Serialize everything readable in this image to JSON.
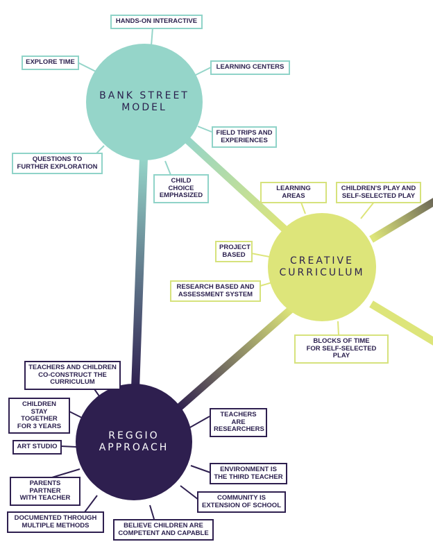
{
  "colors": {
    "bank_street": "#95d5c9",
    "creative": "#dde57a",
    "reggio": "#2e1f4f",
    "text_dark": "#2a1f4d",
    "text_light": "#ffffff"
  },
  "hubs": {
    "bank_street": {
      "label": "BANK STREET\nMODEL"
    },
    "creative": {
      "label": "CREATIVE\nCURRICULUM"
    },
    "reggio": {
      "label": "REGGIO\nAPPROACH"
    }
  },
  "bank_street_items": [
    "HANDS-ON INTERACTIVE",
    "EXPLORE TIME",
    "LEARNING CENTERS",
    "FIELD TRIPS AND\nEXPERIENCES",
    "QUESTIONS TO\nFURTHER EXPLORATION",
    "CHILD CHOICE\nEMPHASIZED"
  ],
  "creative_items": [
    "LEARNING AREAS",
    "CHILDREN'S PLAY AND\nSELF-SELECTED PLAY",
    "PROJECT\nBASED",
    "RESEARCH BASED AND\nASSESSMENT SYSTEM",
    "BLOCKS OF TIME\nFOR SELF-SELECTED PLAY"
  ],
  "reggio_items": [
    "TEACHERS AND CHILDREN\nCO-CONSTRUCT THE\nCURRICULUM",
    "CHILDREN\nSTAY TOGETHER\nFOR 3 YEARS",
    "ART STUDIO",
    "PARENTS PARTNER\nWITH TEACHER",
    "DOCUMENTED THROUGH\nMULTIPLE METHODS",
    "BELIEVE CHILDREN ARE\nCOMPETENT AND CAPABLE",
    "COMMUNITY IS\nEXTENSION OF SCHOOL",
    "ENVIRONMENT IS\nTHE THIRD TEACHER",
    "TEACHERS ARE\nRESEARCHERS"
  ]
}
